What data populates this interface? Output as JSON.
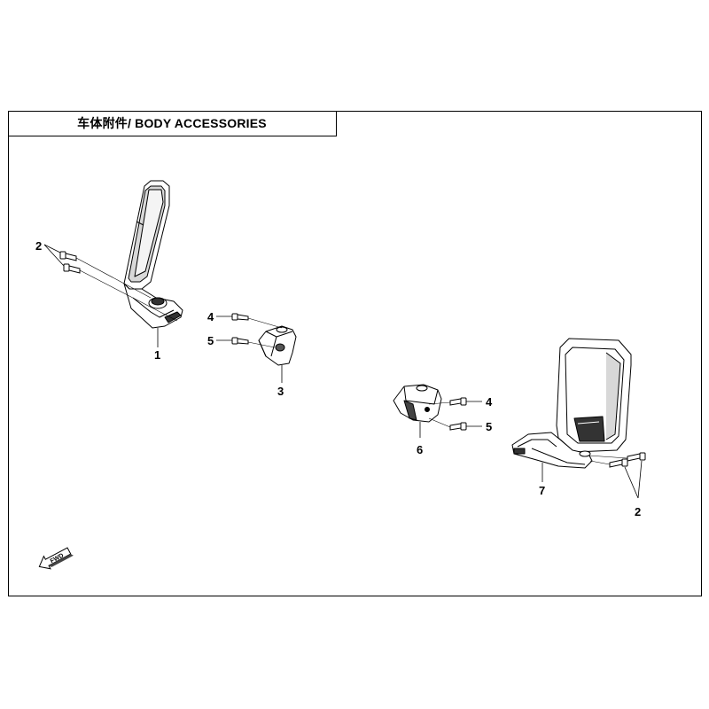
{
  "title": "车体附件/ BODY ACCESSORIES",
  "direction_marker": "FWD",
  "callouts": {
    "c2_left": "2",
    "c1": "1",
    "c4_left": "4",
    "c5_left": "5",
    "c3": "3",
    "c4_right": "4",
    "c5_right": "5",
    "c6": "6",
    "c7": "7",
    "c2_right": "2"
  }
}
